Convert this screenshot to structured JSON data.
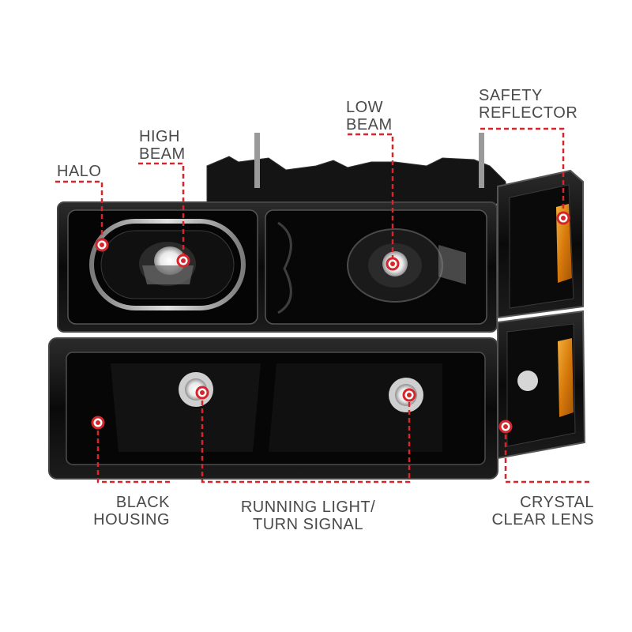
{
  "labels": {
    "halo": "HALO",
    "high_beam": [
      "HIGH",
      "BEAM"
    ],
    "low_beam": [
      "LOW",
      "BEAM"
    ],
    "safety_reflector": [
      "SAFETY",
      "REFLECTOR"
    ],
    "black_housing": [
      "BLACK",
      "HOUSING"
    ],
    "running_light": [
      "RUNNING LIGHT/",
      "TURN SIGNAL"
    ],
    "crystal_clear_lens": [
      "CRYSTAL",
      "CLEAR LENS"
    ]
  },
  "colors": {
    "callout": "#d6262b",
    "label_text": "#4a4a4a",
    "housing": "#0d0d0d",
    "amber": "#e08a12"
  }
}
